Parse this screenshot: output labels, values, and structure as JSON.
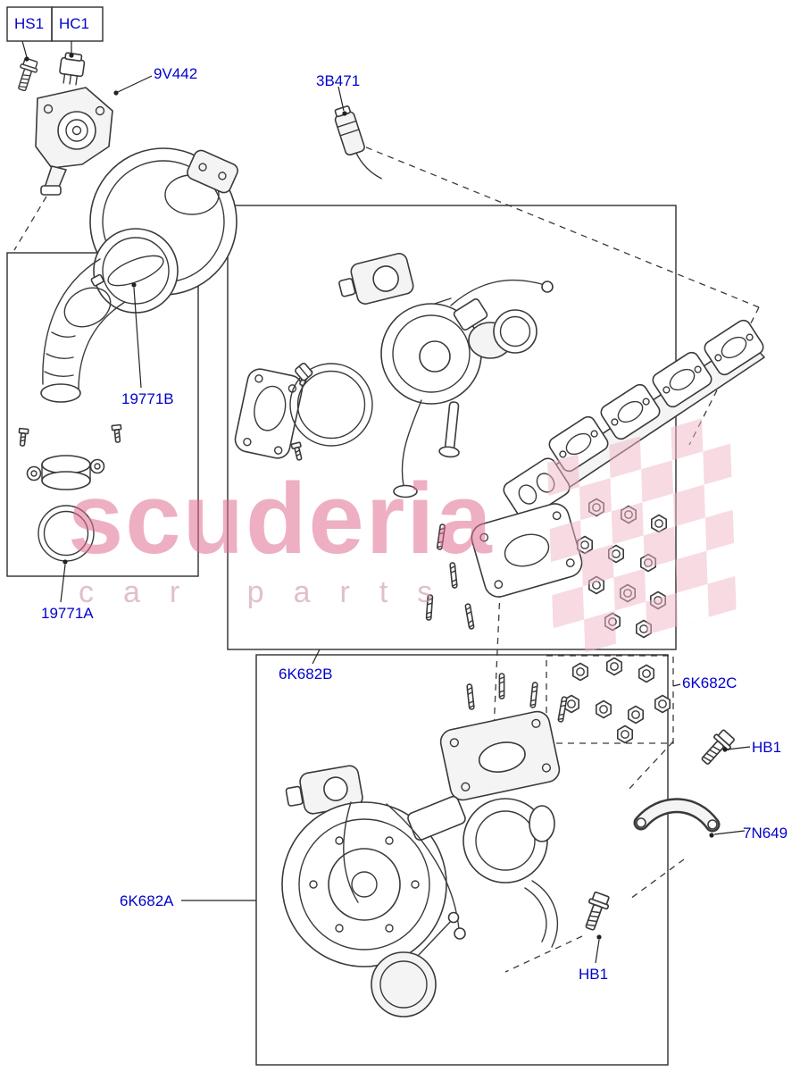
{
  "labels": {
    "hs1_top": "HS1",
    "hc1_top": "HC1",
    "bracket_assy": "9V442",
    "sensor": "3B471",
    "throttle_body": "19771B",
    "gasket_oring": "19771A",
    "turbo_upper": "6K682B",
    "nut_kit": "6K682C",
    "turbo_lower": "6K682A",
    "bolt_right": "HB1",
    "support_bracket": "7N649",
    "bolt_lower": "HB1"
  },
  "watermark": {
    "line1": "scuderia",
    "line2": "car parts"
  },
  "colors": {
    "label_blue": "#0202cc",
    "line_dark": "#3a3a3a",
    "watermark_pink": "#de6e8e",
    "watermark_flag_pink": "#f0b7c7",
    "background": "#ffffff"
  }
}
